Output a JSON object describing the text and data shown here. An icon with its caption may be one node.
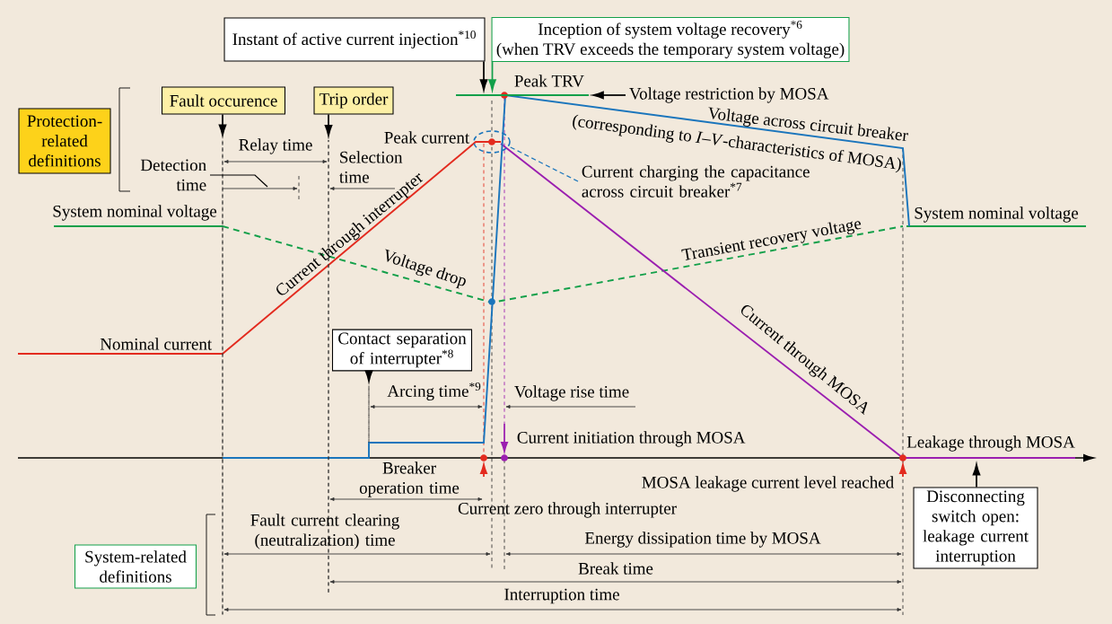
{
  "diagram": {
    "nodes": [
      {
        "text": [
          "Protection-related definitions"
        ]
      },
      {
        "text": [
          "Fault occurence"
        ]
      },
      {
        "text": [
          "Trip order"
        ]
      },
      {
        "text": [
          "Instant of active current injection$^{*10}$"
        ]
      },
      {
        "text": [
          "Inception of system voltage recovery$^{*6}$",
          "(when TRV exceeds the temporary system voltage)"
        ]
      },
      {
        "text": [
          "Contact separation of interrupter$^{*8}$"
        ]
      },
      {
        "text": [
          "Disconnecting switch open: leakage current interruption"
        ]
      },
      {
        "text": [
          "System-related definitions"
        ]
      },
      {
        "text": [
          "Voltage restriction by MOSA"
        ]
      },
      {
        "text": [],
        "shape": "bar"
      },
      {
        "text": [
          "Current charging the capacitance across circuit breaker$^{*7}$"
        ]
      },
      {
        "text": [],
        "shape": "ellipse"
      },
      {
        "text": [
          "Detection time"
        ]
      },
      {
        "text": [],
        "shape": "line"
      },
      {
        "text": [],
        "shape": "line"
      },
      {
        "text": [],
        "shape": "line"
      }
    ],
    "edges": [
      {
        "from": 1,
        "to": 13,
        "arrow": "to"
      },
      {
        "from": 2,
        "to": 14,
        "arrow": "to"
      },
      {
        "from": 3,
        "to": 9,
        "arrow": "to"
      },
      {
        "from": 4,
        "to": 9,
        "arrow": "to",
        "color": "#13a04a"
      },
      {
        "from": 5,
        "to": 15,
        "arrow": "to"
      },
      {
        "from": 6,
        "to": null,
        "arrow": "to"
      },
      {
        "from": 8,
        "to": 9,
        "arrow": "to"
      },
      {
        "from": 10,
        "to": 11,
        "arrow": "none",
        "style": "dashed",
        "color": "#1a75bc"
      },
      {
        "from": 12,
        "to": null,
        "arrow": "none"
      }
    ],
    "labels": [
      "Peak TRV",
      "Peak current",
      "Relay time",
      "Voltage across circuit breaker",
      "(corresponding to *I*–*V*-characteristics of MOSA)",
      "Selection time",
      "System nominal voltage",
      "System nominal voltage",
      "Transient recovery voltage",
      "Current through interrupter",
      "Voltage drop",
      "Nominal current",
      "Current through MOSA",
      "Arcing time$^{*9}$",
      "Voltage rise time",
      "Current initiation through MOSA",
      "Leakage through MOSA",
      "Breaker operation time",
      "MOSA leakage current level reached",
      "Current zero through interrupter",
      "Fault current clearing (neutralization) time",
      "Energy dissipation time by MOSA",
      "Break time",
      "Interruption time"
    ]
  }
}
